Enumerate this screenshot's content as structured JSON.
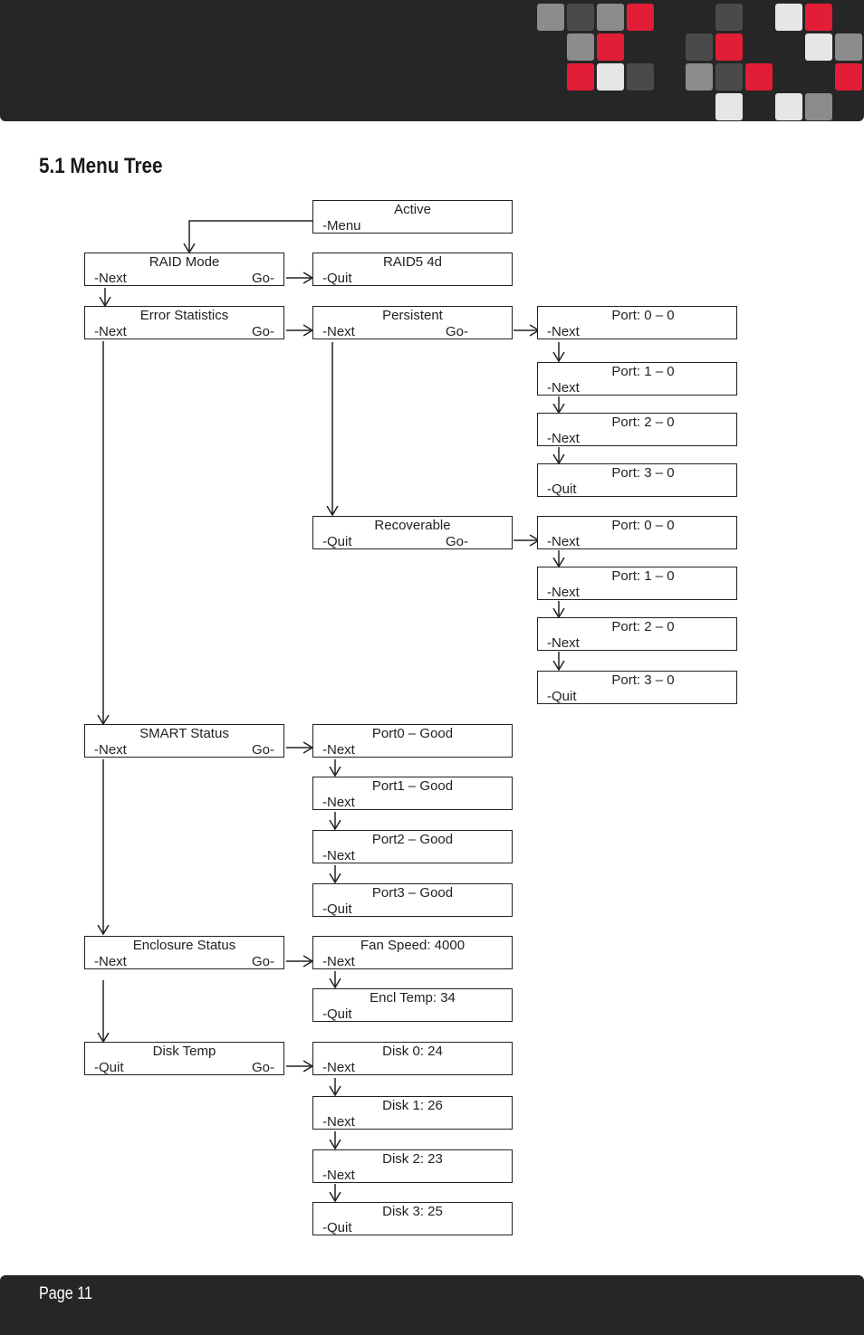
{
  "page": {
    "section_title": "5.1 Menu Tree",
    "footer_label": "Page 11"
  },
  "colors": {
    "header_bg": "#262626",
    "accent_red": "#e21d36",
    "light_grey": "#e6e6e6",
    "mid_grey": "#8c8c8c",
    "dark_grey": "#4a4a4a"
  },
  "menu_tree": {
    "top": {
      "title": "Active",
      "left": "-Menu"
    },
    "main_menu": [
      {
        "title": "RAID Mode",
        "left": "-Next",
        "go": "Go-"
      },
      {
        "title": "Error Statistics",
        "left": "-Next",
        "go": "Go-"
      },
      {
        "title": "SMART Status",
        "left": "-Next",
        "go": "Go-"
      },
      {
        "title": "Enclosure Status",
        "left": "-Next",
        "go": "Go-"
      },
      {
        "title": "Disk Temp",
        "left": "-Quit",
        "go": "Go-"
      }
    ],
    "raid_mode": [
      {
        "title": "RAID5 4d",
        "left": "-Quit"
      }
    ],
    "error_statistics": [
      {
        "title": "Persistent",
        "left": "-Next",
        "go": "Go-"
      },
      {
        "title": "Recoverable",
        "left": "-Quit",
        "go": "Go-"
      }
    ],
    "persistent_ports": [
      {
        "title": "Port: 0 – 0",
        "left": "-Next"
      },
      {
        "title": "Port: 1 – 0",
        "left": "-Next"
      },
      {
        "title": "Port: 2 – 0",
        "left": "-Next"
      },
      {
        "title": "Port: 3 – 0",
        "left": "-Quit"
      }
    ],
    "recoverable_ports": [
      {
        "title": "Port: 0 – 0",
        "left": "-Next"
      },
      {
        "title": "Port: 1 – 0",
        "left": "-Next"
      },
      {
        "title": "Port: 2 – 0",
        "left": "-Next"
      },
      {
        "title": "Port: 3 – 0",
        "left": "-Quit"
      }
    ],
    "smart_status": [
      {
        "title": "Port0 – Good",
        "left": "-Next"
      },
      {
        "title": "Port1 – Good",
        "left": "-Next"
      },
      {
        "title": "Port2 – Good",
        "left": "-Next"
      },
      {
        "title": "Port3 – Good",
        "left": "-Quit"
      }
    ],
    "enclosure_status": [
      {
        "title": "Fan Speed: 4000",
        "left": "-Next"
      },
      {
        "title": "Encl Temp: 34",
        "left": "-Quit"
      }
    ],
    "disk_temp": [
      {
        "title": "Disk 0: 24",
        "left": "-Next"
      },
      {
        "title": "Disk 1: 26",
        "left": "-Next"
      },
      {
        "title": "Disk 2: 23",
        "left": "-Next"
      },
      {
        "title": "Disk 3: 25",
        "left": "-Quit"
      }
    ]
  }
}
